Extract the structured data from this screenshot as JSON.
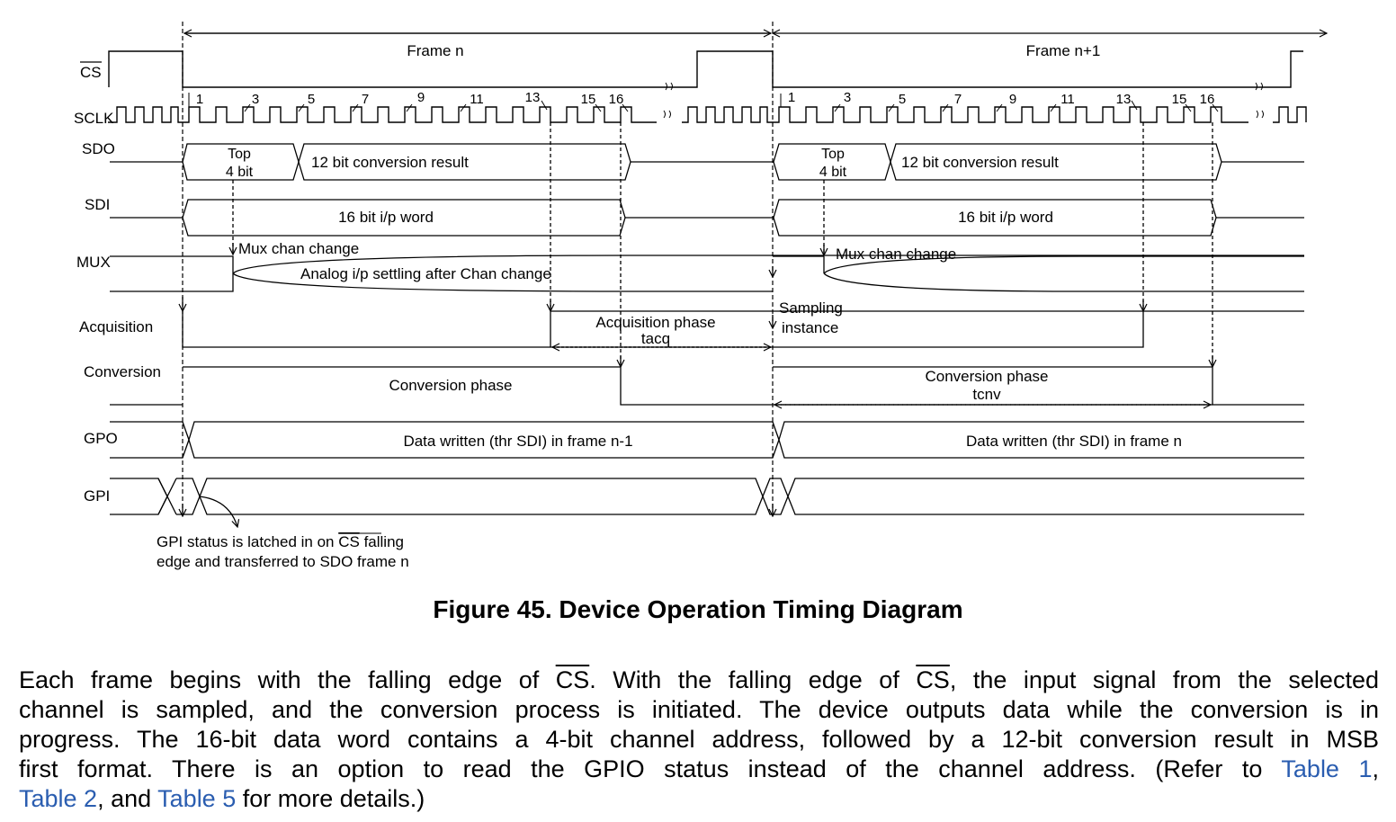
{
  "signals": {
    "cs": "CS",
    "sclk": "SCLK",
    "sdo": "SDO",
    "sdi": "SDI",
    "mux": "MUX",
    "acquisition": "Acquisition",
    "conversion": "Conversion",
    "gpo": "GPO",
    "gpi": "GPI"
  },
  "frames": [
    "Frame n",
    "Frame n+1"
  ],
  "clock_numbers": [
    "1",
    "3",
    "5",
    "7",
    "9",
    "11",
    "13",
    "15",
    "16"
  ],
  "sdo": {
    "top_line1": "Top",
    "top_line2": "4 bit",
    "result": "12 bit conversion result"
  },
  "sdi_word": "16 bit i/p word",
  "mux": {
    "change": "Mux chan change",
    "settling": "Analog i/p settling after Chan change"
  },
  "acquisition": {
    "phase_line1": "Acquisition phase",
    "phase_line2": "tacq",
    "sampling_line1": "Sampling",
    "sampling_line2": "instance"
  },
  "conversion": {
    "phase": "Conversion phase",
    "phase2_line1": "Conversion phase",
    "phase2_line2": "tcnv"
  },
  "gpo": {
    "frame1": "Data written (thr SDI) in frame n-1",
    "frame2": "Data written (thr SDI) in frame n"
  },
  "gpi_note": {
    "line1_pre": "GPI status is latched in on ",
    "line1_cs": "CS",
    "line1_post": " falling",
    "line2": "edge and transferred to SDO frame n"
  },
  "caption": "Figure 45.  Device Operation Timing Diagram",
  "paragraph": {
    "l1a": "Each frame begins with the falling edge of ",
    "cs": "CS",
    "l1b": ". With the falling edge of ",
    "l1c": ", the input signal from the selected",
    "l2": "channel is sampled, and the conversion process is initiated. The device outputs data while the conversion is in",
    "l3": "progress. The 16-bit data word contains a 4-bit channel address, followed by a 12-bit conversion result in MSB",
    "l4a": "first format. There is an option to read the GPIO status instead of the channel address. (Refer to ",
    "link1": "Table 1",
    "l4b": ",",
    "link2": "Table 2",
    "l5a": ", and ",
    "link3": "Table 5",
    "l5b": " for more details.)"
  }
}
